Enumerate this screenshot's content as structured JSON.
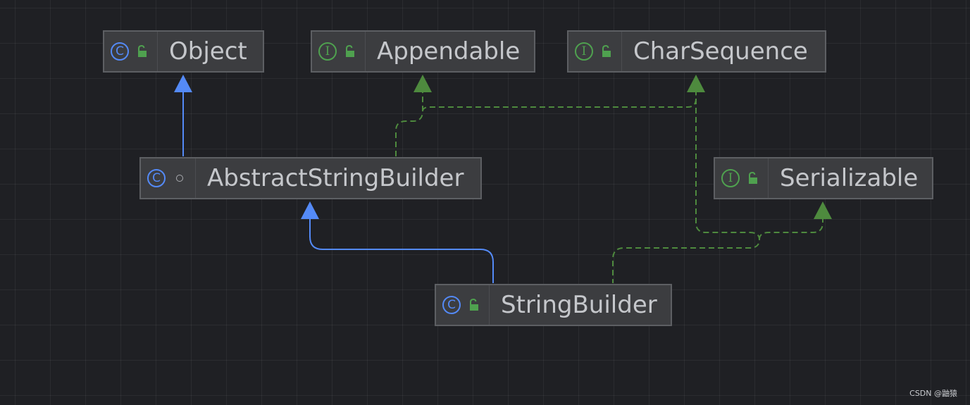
{
  "diagram": {
    "nodes": [
      {
        "id": "object",
        "kind": "class",
        "kind_letter": "C",
        "access": "public",
        "name": "Object"
      },
      {
        "id": "appendable",
        "kind": "interface",
        "kind_letter": "I",
        "access": "public",
        "name": "Appendable"
      },
      {
        "id": "charsequence",
        "kind": "interface",
        "kind_letter": "I",
        "access": "public",
        "name": "CharSequence"
      },
      {
        "id": "abstractstringbuilder",
        "kind": "class",
        "kind_letter": "C",
        "access": "package-private",
        "name": "AbstractStringBuilder"
      },
      {
        "id": "serializable",
        "kind": "interface",
        "kind_letter": "I",
        "access": "public",
        "name": "Serializable"
      },
      {
        "id": "stringbuilder",
        "kind": "class",
        "kind_letter": "C",
        "access": "public",
        "name": "StringBuilder"
      }
    ],
    "edges": [
      {
        "from": "abstractstringbuilder",
        "to": "object",
        "type": "extends"
      },
      {
        "from": "abstractstringbuilder",
        "to": "appendable",
        "type": "implements"
      },
      {
        "from": "abstractstringbuilder",
        "to": "charsequence",
        "type": "implements"
      },
      {
        "from": "stringbuilder",
        "to": "abstractstringbuilder",
        "type": "extends"
      },
      {
        "from": "stringbuilder",
        "to": "charsequence",
        "type": "implements"
      },
      {
        "from": "stringbuilder",
        "to": "serializable",
        "type": "implements"
      }
    ]
  },
  "colors": {
    "background": "#1f2024",
    "node_fill": "#3c3d40",
    "node_border": "#5d5f63",
    "extends_line": "#548af7",
    "implements_line": "#4e8a3e",
    "class_icon": "#548af7",
    "interface_icon": "#4fa14f",
    "public_lock": "#4fa14f",
    "text": "#c5c7cb"
  },
  "watermark": "CSDN @鼬猿"
}
